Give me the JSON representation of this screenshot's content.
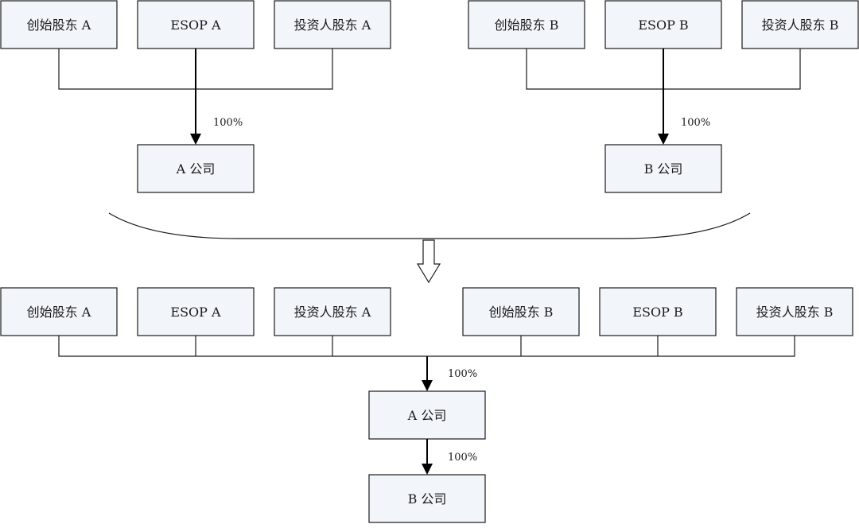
{
  "top_left": {
    "founder": "创始股东 A",
    "esop": "ESOP A",
    "investor": "投资人股东 A",
    "pct": "100%",
    "company": "A 公司"
  },
  "top_right": {
    "founder": "创始股东 B",
    "esop": "ESOP B",
    "investor": "投资人股东 B",
    "pct": "100%",
    "company": "B 公司"
  },
  "bottom": {
    "founder_a": "创始股东 A",
    "esop_a": "ESOP A",
    "investor_a": "投资人股东 A",
    "founder_b": "创始股东 B",
    "esop_b": "ESOP B",
    "investor_b": "投资人股东 B",
    "pct_top": "100%",
    "company_a": "A 公司",
    "pct_bottom": "100%",
    "company_b": "B 公司"
  }
}
